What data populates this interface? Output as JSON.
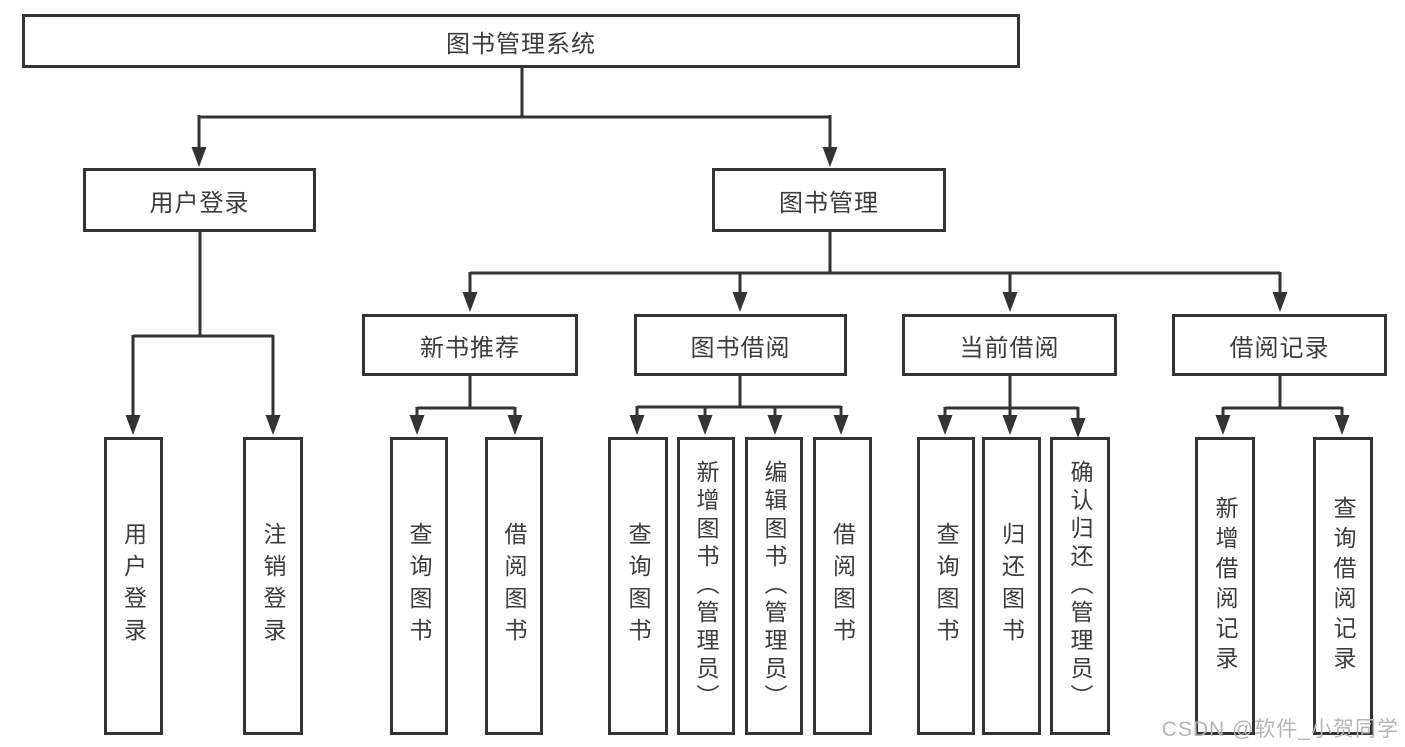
{
  "diagram_title": "图书管理系统",
  "nodes": {
    "root": "图书管理系统",
    "user_login": "用户登录",
    "book_mgmt": "图书管理",
    "new_book_rec": "新书推荐",
    "book_borrow": "图书借阅",
    "current_borrow": "当前借阅",
    "borrow_records": "借阅记录",
    "leaf_user_login": "用户登录",
    "leaf_logout": "注销登录",
    "leaf_query_books_rec": "查询图书",
    "leaf_borrow_books_rec": "借阅图书",
    "leaf_query_books_borrow": "查询图书",
    "leaf_add_books": "新增图书（管理员）",
    "leaf_edit_books": "编辑图书（管理员）",
    "leaf_borrow_books_borrow": "借阅图书",
    "leaf_query_books_current": "查询图书",
    "leaf_return_books": "归还图书",
    "leaf_confirm_return": "确认归还（管理员）",
    "leaf_add_borrow_record": "新增借阅记录",
    "leaf_query_borrow_record": "查询借阅记录"
  },
  "watermark": "CSDN @软件_小贺同学",
  "colors": {
    "line": "#333333",
    "text": "#3c3c3c",
    "watermark": "#b5b5b5",
    "background": "#ffffff"
  }
}
